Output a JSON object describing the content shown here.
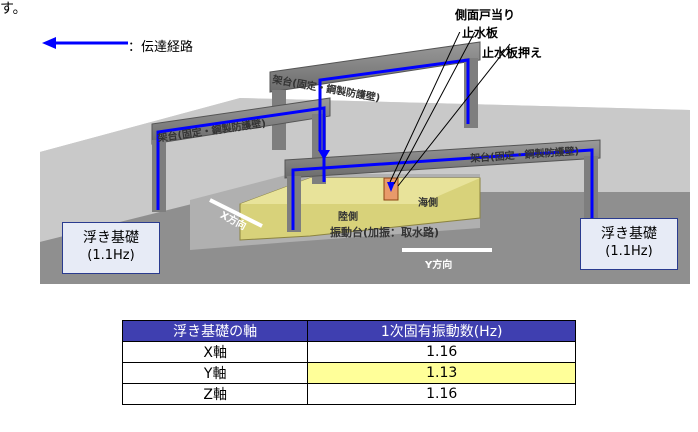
{
  "top_char": "す。",
  "legend": {
    "text": "：伝達経路",
    "arrow_color": "#0000ff"
  },
  "leader_labels": {
    "side_door": "側面戸当り",
    "stop_plate": "止水板",
    "stop_plate_press": "止水板押え"
  },
  "beam_labels": {
    "back": "架台(固定・鋼製防護壁)",
    "left": "架台(固定・鋼製防護壁)",
    "right": "架台(固定・鋼製防護壁)"
  },
  "scene_labels": {
    "sea_side": "海側",
    "land_side": "陸側",
    "shake_table": "振動台(加振：取水路)",
    "x_dir": "X方向",
    "y_dir": "Y方向"
  },
  "floating_left": {
    "title": "浮き基礎",
    "freq": "(1.1Hz)"
  },
  "floating_right": {
    "title": "浮き基礎",
    "freq": "(1.1Hz)"
  },
  "table": {
    "headers": [
      "浮き基礎の軸",
      "1次固有振動数(Hz)"
    ],
    "rows": [
      {
        "axis": "X軸",
        "value": "1.16",
        "highlight": false
      },
      {
        "axis": "Y軸",
        "value": "1.13",
        "highlight": true
      },
      {
        "axis": "Z軸",
        "value": "1.16",
        "highlight": false
      }
    ]
  },
  "colors": {
    "header_bg": "#3f3fb0",
    "highlight": "#ffff99",
    "path": "#0000ff",
    "box_bg": "#e7ebf6"
  }
}
